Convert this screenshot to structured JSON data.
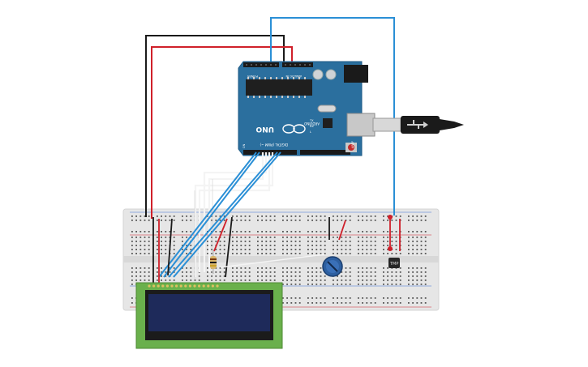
{
  "arduino": {
    "board_label": "UNO",
    "brand_label": "ARDUINO",
    "digital_label": "DIGITAL (PWM ~)",
    "power_label": "POWER",
    "analog_label": "ANALOG IN",
    "aref_label": "AREF",
    "on_label": "ON",
    "tx_label": "TX",
    "rx_label": "RX",
    "l_label": "L"
  },
  "sensor": {
    "label": "TMP"
  },
  "colors": {
    "board": "#2b6f9e",
    "breadboard": "#e5e5e5",
    "lcd_pcb": "#6ab04c",
    "lcd_screen": "#1e2a5a",
    "wire_black": "#1a1a1a",
    "wire_red": "#d0202a",
    "wire_blue": "#2a8fd6",
    "wire_white": "#f2f2f2",
    "pot": "#2d5fa0"
  }
}
